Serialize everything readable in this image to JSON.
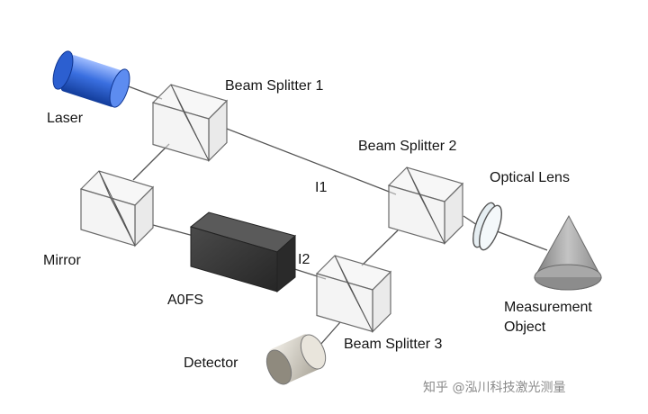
{
  "labels": {
    "laser": "Laser",
    "beam_splitter_1": "Beam Splitter 1",
    "beam_splitter_2": "Beam Splitter 2",
    "beam_splitter_3": "Beam Splitter 3",
    "mirror": "Mirror",
    "aofs": "A0FS",
    "optical_lens": "Optical Lens",
    "measurement_object_line1": "Measurement",
    "measurement_object_line2": "Object",
    "detector": "Detector",
    "path_i1": "I1",
    "path_i2": "I2"
  },
  "watermark": "知乎 @泓川科技激光测量",
  "colors": {
    "laser_body": "#3a6fe0",
    "cube_edge": "#6b6b6b",
    "aofs_body": "#3a3a3a",
    "beam_line": "#555555",
    "cone": "#9a9a9a",
    "detector_body": "#d8d2c4"
  }
}
